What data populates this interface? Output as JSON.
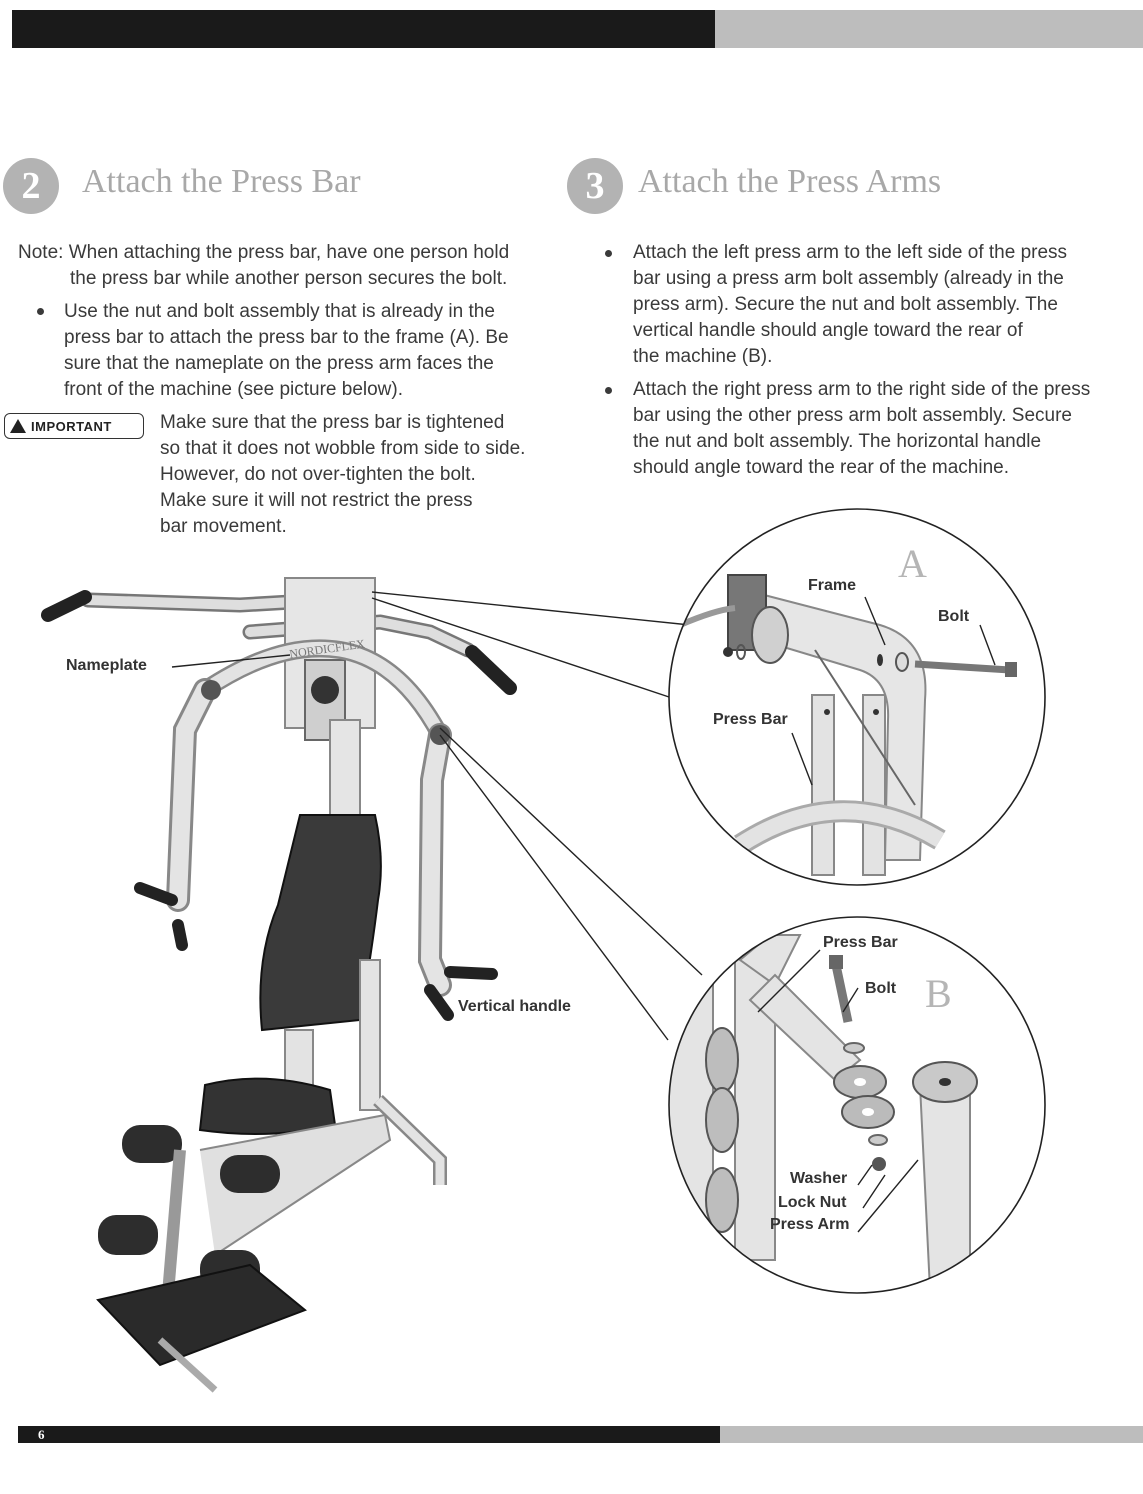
{
  "page_number": "6",
  "step2": {
    "number": "2",
    "title": "Attach the Press Bar",
    "note_line1": "Note: When attaching the press bar, have one person hold",
    "note_line2": "the press bar while another person secures the bolt.",
    "bullet": [
      "Use the nut and bolt assembly that is already in the",
      "press bar to attach the press bar to the frame (A). Be",
      "sure that the nameplate on the press arm faces the",
      "front of the machine (see picture below)."
    ],
    "important_label": "IMPORTANT",
    "important_text": [
      "Make sure that the press bar is tightened",
      "so that it does not wobble from side to side.",
      "However, do not over-tighten the bolt.",
      "Make sure it will not restrict the press",
      "bar movement."
    ]
  },
  "step3": {
    "number": "3",
    "title": "Attach the Press Arms",
    "bullet1": [
      "Attach the left press arm to the left side of the press",
      "bar using a press arm bolt assembly (already in the",
      "press arm). Secure the nut and bolt assembly. The",
      "vertical handle should angle toward the rear of",
      "the machine (B)."
    ],
    "bullet2": [
      "Attach the right press arm to the right side of the press",
      "bar using the other press arm bolt assembly. Secure",
      "the nut and bolt assembly. The horizontal handle",
      "should angle toward the rear of the machine."
    ]
  },
  "callouts": {
    "nameplate": "Nameplate",
    "vertical_handle": "Vertical handle",
    "brand": "NORDICFLEX",
    "detail_a": {
      "letter": "A",
      "frame": "Frame",
      "bolt": "Bolt",
      "press_bar": "Press Bar"
    },
    "detail_b": {
      "letter": "B",
      "press_bar": "Press Bar",
      "bolt": "Bolt",
      "washer": "Washer",
      "lock_nut": "Lock Nut",
      "press_arm": "Press Arm"
    }
  }
}
